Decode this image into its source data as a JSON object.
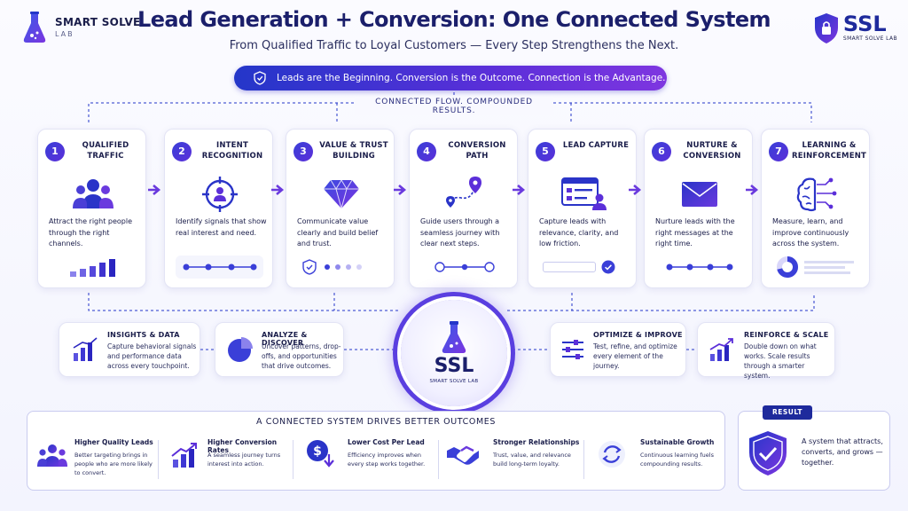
{
  "header": {
    "brand_name": "SMART SOLVE",
    "brand_sub": "LAB",
    "title": "Lead Generation + Conversion: One Connected System",
    "subtitle": "From Qualified Traffic to Loyal Customers — Every Step Strengthens the Next.",
    "right_logo": "SSL",
    "right_logo_sub": "SMART SOLVE LAB"
  },
  "banner": {
    "text": "Leads are the Beginning. Conversion is the Outcome. Connection is the Advantage.",
    "icon": "shield-check-icon"
  },
  "flow_label": "CONNECTED FLOW. COMPOUNDED RESULTS.",
  "steps": [
    {
      "num": "1",
      "title": "QUALIFIED TRAFFIC",
      "desc": "Attract the right people through the right channels.",
      "icon": "people-icon"
    },
    {
      "num": "2",
      "title": "INTENT RECOGNITION",
      "desc": "Identify signals that show real interest and need.",
      "icon": "target-person-icon"
    },
    {
      "num": "3",
      "title": "VALUE & TRUST BUILDING",
      "desc": "Communicate value clearly and build belief and trust.",
      "icon": "diamond-icon"
    },
    {
      "num": "4",
      "title": "CONVERSION PATH",
      "desc": "Guide users through a seamless journey with clear next steps.",
      "icon": "path-pin-icon"
    },
    {
      "num": "5",
      "title": "LEAD CAPTURE",
      "desc": "Capture leads with relevance, clarity, and low friction.",
      "icon": "form-icon"
    },
    {
      "num": "6",
      "title": "NURTURE & CONVERSION",
      "desc": "Nurture leads with the right messages at the right time.",
      "icon": "envelope-icon"
    },
    {
      "num": "7",
      "title": "LEARNING & REINFORCEMENT",
      "desc": "Measure, learn, and improve continuously across the system.",
      "icon": "brain-circuit-icon"
    }
  ],
  "middle": [
    {
      "title": "INSIGHTS & DATA",
      "desc": "Capture behavioral signals and performance data across every touchpoint.",
      "icon": "bar-chart-icon"
    },
    {
      "title": "ANALYZE & DISCOVER",
      "desc": "Uncover patterns, drop-offs, and opportunities that drive outcomes.",
      "icon": "pie-chart-icon"
    },
    {
      "title": "OPTIMIZE & IMPROVE",
      "desc": "Test, refine, and optimize every element of the journey.",
      "icon": "sliders-icon"
    },
    {
      "title": "REINFORCE & SCALE",
      "desc": "Double down on what works. Scale results through a smarter system.",
      "icon": "growth-chart-icon"
    }
  ],
  "center": {
    "name": "SSL",
    "sub": "SMART SOLVE LAB"
  },
  "outcomes": {
    "title": "A CONNECTED SYSTEM DRIVES BETTER OUTCOMES",
    "items": [
      {
        "title": "Higher Quality Leads",
        "desc": "Better targeting brings in people who are more likely to convert.",
        "icon": "people-icon"
      },
      {
        "title": "Higher Conversion Rates",
        "desc": "A seamless journey turns interest into action.",
        "icon": "growth-chart-icon"
      },
      {
        "title": "Lower Cost Per Lead",
        "desc": "Efficiency improves when every step works together.",
        "icon": "dollar-down-icon"
      },
      {
        "title": "Stronger Relationships",
        "desc": "Trust, value, and relevance build long-term loyalty.",
        "icon": "handshake-icon"
      },
      {
        "title": "Sustainable Growth",
        "desc": "Continuous learning fuels compounding results.",
        "icon": "cycle-icon"
      }
    ]
  },
  "result": {
    "badge": "RESULT",
    "text": "A system that attracts, converts, and grows — together.",
    "icon": "shield-check-icon"
  },
  "colors": {
    "primary": "#1e2a9c",
    "accent": "#5b2fd9",
    "violet": "#7e36e0",
    "text": "#1a1d4a"
  }
}
